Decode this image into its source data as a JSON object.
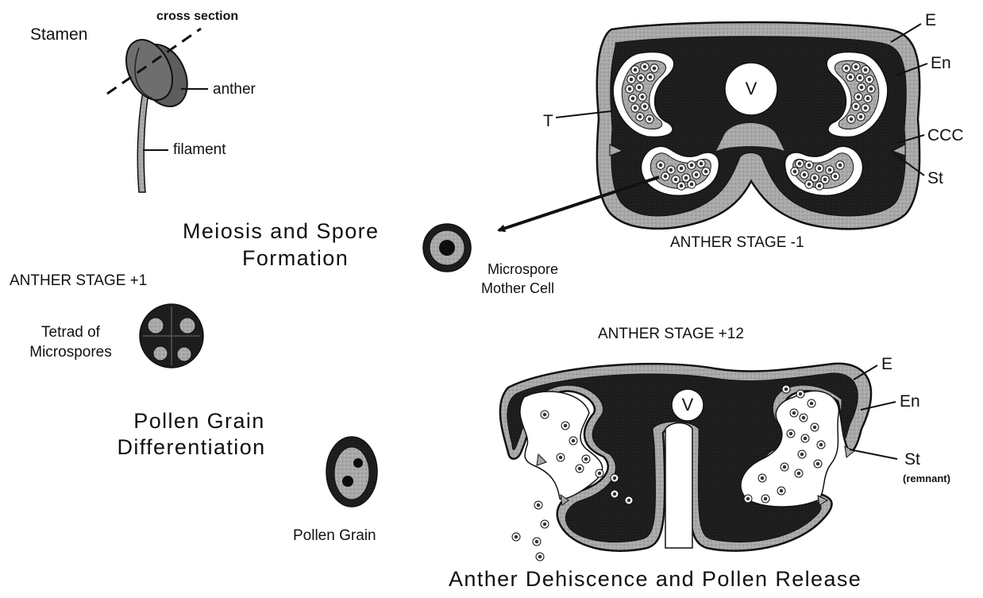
{
  "stamen": {
    "title": "Stamen",
    "cross_section": "cross section",
    "anther": "anther",
    "filament": "filament"
  },
  "stage_minus1": {
    "caption": "ANTHER STAGE -1",
    "labels": {
      "E": "E",
      "En": "En",
      "T": "T",
      "CCC": "CCC",
      "St": "St",
      "V": "V"
    }
  },
  "meiosis": {
    "line1": "Meiosis and Spore",
    "line2": "Formation"
  },
  "mother_cell": {
    "line1": "Microspore",
    "line2": "Mother Cell"
  },
  "stage_plus1": {
    "caption": "ANTHER STAGE +1"
  },
  "tetrad": {
    "line1": "Tetrad of",
    "line2": "Microspores"
  },
  "differentiation": {
    "line1": "Pollen Grain",
    "line2": "Differentiation"
  },
  "pollen_grain": {
    "label": "Pollen Grain"
  },
  "stage_plus12": {
    "caption": "ANTHER STAGE +12",
    "labels": {
      "E": "E",
      "En": "En",
      "St": "St",
      "remnant": "(remnant)",
      "V": "V"
    }
  },
  "dehiscence": {
    "caption": "Anther Dehiscence and Pollen Release"
  }
}
